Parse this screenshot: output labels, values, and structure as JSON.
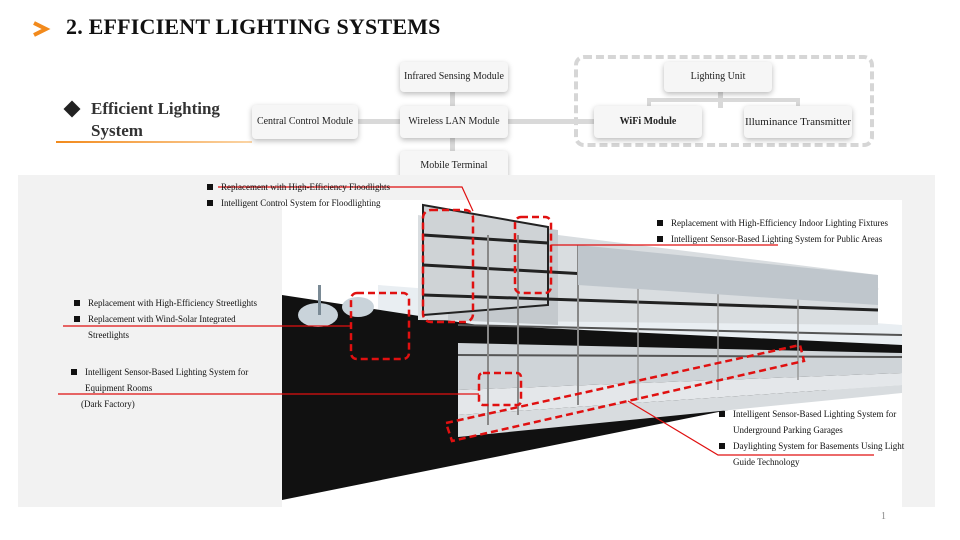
{
  "header": {
    "title": "2. EFFICIENT LIGHTING SYSTEMS",
    "accent_color": "#f28a1c",
    "icon": "chevron-right-icon"
  },
  "section": {
    "heading": "Efficient Lighting System",
    "icon": "diamond-icon"
  },
  "flow": {
    "central": "Central Control Module",
    "infrared": "Infrared Sensing Module",
    "wlan": "Wireless LAN Module",
    "mobile": "Mobile Terminal",
    "lighting_unit": "Lighting Unit",
    "wifi": "WiFi Module",
    "illuminance": "Illuminance Transmitter"
  },
  "annotations": {
    "floodlights": [
      "Replacement with High-Efficiency Floodlights",
      "Intelligent Control System for Floodlighting"
    ],
    "indoor": [
      "Replacement with High-Efficiency Indoor Lighting Fixtures",
      "Intelligent Sensor-Based Lighting System for Public Areas"
    ],
    "streetlights": [
      "Replacement with High-Efficiency Streetlights",
      "Replacement with Wind-Solar Integrated Streetlights"
    ],
    "equipment": {
      "item": "Intelligent Sensor-Based Lighting System for Equipment Rooms",
      "note": "(Dark Factory)"
    },
    "underground": [
      "Intelligent Sensor-Based Lighting System for Underground Parking Garages",
      "Daylighting System for Basements Using Light Guide Technology"
    ]
  },
  "colors": {
    "highlight": "#e01010",
    "panel": "#f2f2f2"
  },
  "page_number": "1"
}
